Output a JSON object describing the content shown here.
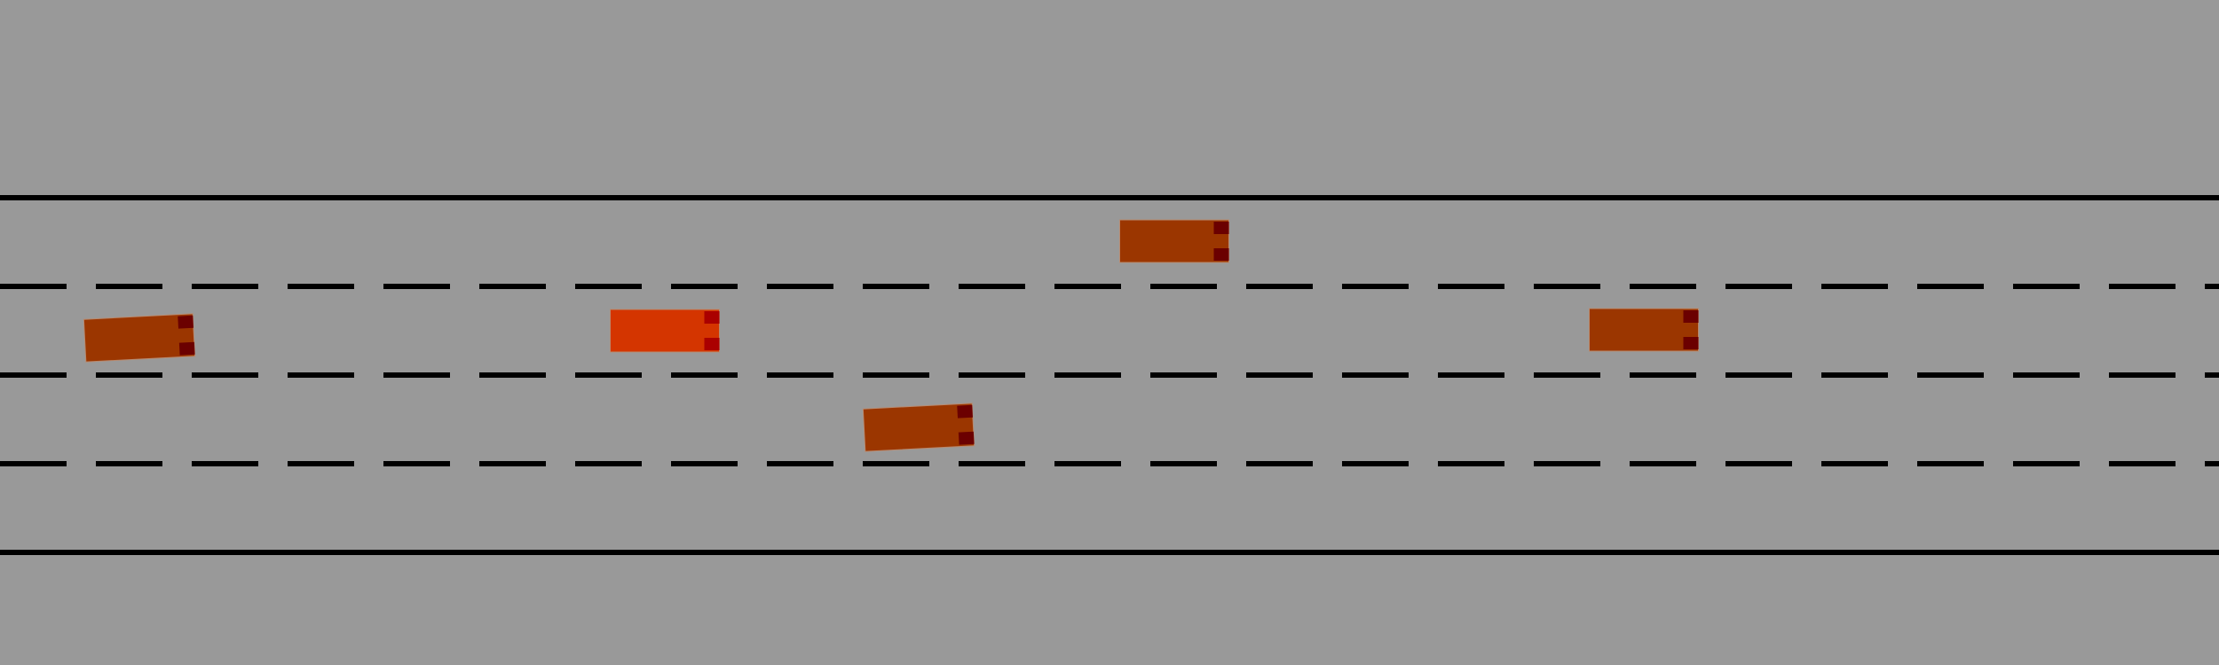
{
  "scene": {
    "type": "highway-driving-simulation",
    "lane_count": 4,
    "background_color": "#999999",
    "marking_color": "#000000",
    "boundary_style": "solid",
    "divider_style": "dashed"
  },
  "vehicles": [
    {
      "id": "ego-vehicle",
      "role": "ego",
      "lane": 2,
      "color": "#d43500",
      "light_color": "#aa0000",
      "heading": "right"
    },
    {
      "id": "vehicle-1",
      "role": "other",
      "lane": 2,
      "color": "#9b3600",
      "light_color": "#6b0000",
      "heading": "right"
    },
    {
      "id": "vehicle-2",
      "role": "other",
      "lane": 1,
      "color": "#9b3600",
      "light_color": "#6b0000",
      "heading": "right"
    },
    {
      "id": "vehicle-3",
      "role": "other",
      "lane": 3,
      "color": "#9b3600",
      "light_color": "#6b0000",
      "heading": "right"
    },
    {
      "id": "vehicle-4",
      "role": "other",
      "lane": 2,
      "color": "#9b3600",
      "light_color": "#6b0000",
      "heading": "right"
    }
  ]
}
